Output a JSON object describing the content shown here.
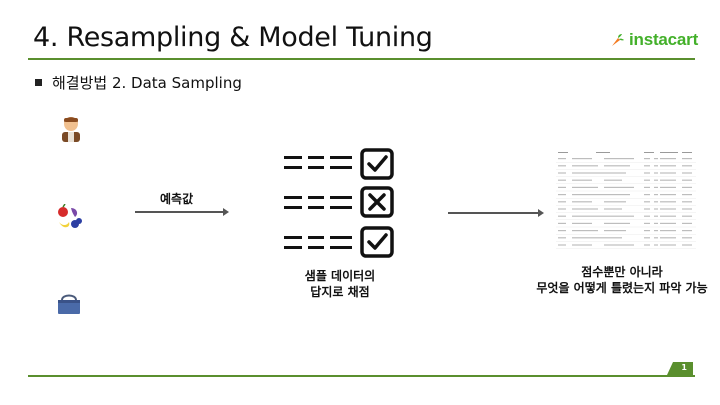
{
  "slide": {
    "title": "4. Resampling & Model Tuning",
    "subtitle": "해결방법 2. Data Sampling",
    "page_number": "1"
  },
  "logo": {
    "text": "instacart",
    "icon": "carrot-icon",
    "color": "#43b02a"
  },
  "diagram": {
    "arrow_label": "예측값",
    "checklist_caption_line1": "샘플 데이터의",
    "checklist_caption_line2": "답지로 채점",
    "result_caption_line1": "점수뿐만 아니라",
    "result_caption_line2": "무엇을 어떻게 틀렸는지 파악 가능",
    "icons": [
      "user-avatar-icon",
      "fruits-icon",
      "basket-icon",
      "checklist-icon",
      "data-table-thumbnail"
    ]
  },
  "colors": {
    "accent_rule": "#5a8f2e",
    "brand": "#43b02a"
  }
}
